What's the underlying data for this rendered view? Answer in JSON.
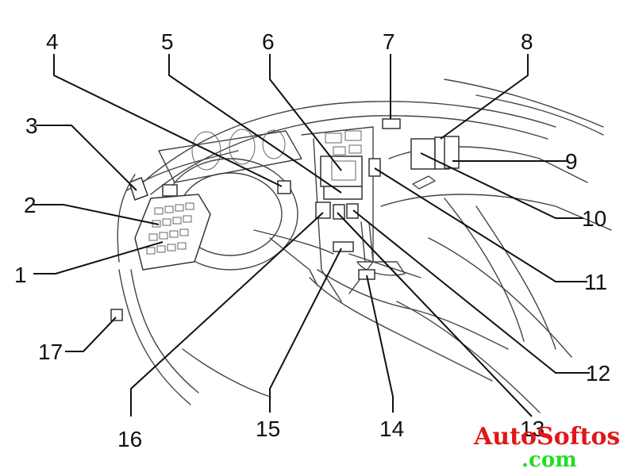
{
  "diagram": {
    "title": "Instrument panel component locations",
    "labels": [
      {
        "id": "1",
        "text": "1"
      },
      {
        "id": "2",
        "text": "2"
      },
      {
        "id": "3",
        "text": "3"
      },
      {
        "id": "4",
        "text": "4"
      },
      {
        "id": "5",
        "text": "5"
      },
      {
        "id": "6",
        "text": "6"
      },
      {
        "id": "7",
        "text": "7"
      },
      {
        "id": "8",
        "text": "8"
      },
      {
        "id": "9",
        "text": "9"
      },
      {
        "id": "10",
        "text": "10"
      },
      {
        "id": "11",
        "text": "11"
      },
      {
        "id": "12",
        "text": "12"
      },
      {
        "id": "13",
        "text": "13"
      },
      {
        "id": "14",
        "text": "14"
      },
      {
        "id": "15",
        "text": "15"
      },
      {
        "id": "16",
        "text": "16"
      },
      {
        "id": "17",
        "text": "17"
      }
    ]
  },
  "watermark": {
    "line1": "AutoSoftos",
    "line2": ".com",
    "color1": "#e01818",
    "color2": "#22dd22"
  }
}
